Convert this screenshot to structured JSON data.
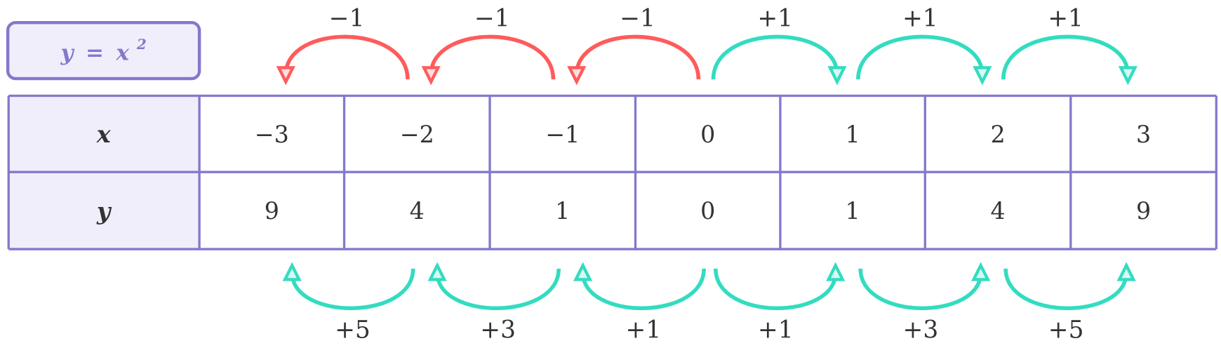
{
  "equation": {
    "lhs": "y",
    "op": "=",
    "base": "x",
    "exp": "2"
  },
  "table": {
    "row_headers": [
      "x",
      "y"
    ],
    "x_values": [
      "−3",
      "−2",
      "−1",
      "0",
      "1",
      "2",
      "3"
    ],
    "y_values": [
      "9",
      "4",
      "1",
      "0",
      "1",
      "4",
      "9"
    ]
  },
  "top_steps": [
    {
      "label": "−1",
      "direction": "left",
      "color": "#ff5b5b"
    },
    {
      "label": "−1",
      "direction": "left",
      "color": "#ff5b5b"
    },
    {
      "label": "−1",
      "direction": "left",
      "color": "#ff5b5b"
    },
    {
      "label": "+1",
      "direction": "right",
      "color": "#33dcc0"
    },
    {
      "label": "+1",
      "direction": "right",
      "color": "#33dcc0"
    },
    {
      "label": "+1",
      "direction": "right",
      "color": "#33dcc0"
    }
  ],
  "bottom_steps": [
    {
      "label": "+5",
      "direction": "left",
      "color": "#33dcc0"
    },
    {
      "label": "+3",
      "direction": "left",
      "color": "#33dcc0"
    },
    {
      "label": "+1",
      "direction": "left",
      "color": "#33dcc0"
    },
    {
      "label": "+1",
      "direction": "right",
      "color": "#33dcc0"
    },
    {
      "label": "+3",
      "direction": "right",
      "color": "#33dcc0"
    },
    {
      "label": "+5",
      "direction": "right",
      "color": "#33dcc0"
    }
  ],
  "colors": {
    "border": "#8279cc",
    "header_fill": "#f0eefb",
    "text": "#333333"
  }
}
